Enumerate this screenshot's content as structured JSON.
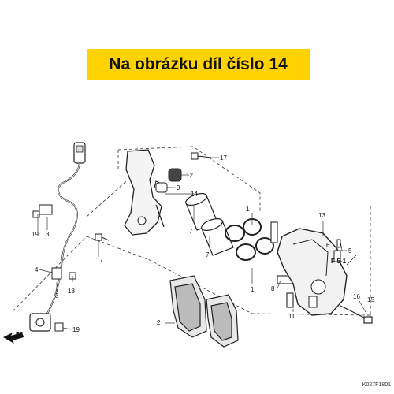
{
  "banner": {
    "text": "Na obrázku díl číslo 14"
  },
  "diagram": {
    "code": "K027F1801",
    "direction_label": "FR.",
    "reference_label": "F-5-1",
    "callouts": [
      "1",
      "1",
      "2",
      "3",
      "3",
      "4",
      "5",
      "6",
      "7",
      "7",
      "8",
      "9",
      "11",
      "12",
      "13",
      "14",
      "15",
      "16",
      "17",
      "17",
      "18",
      "19",
      "19"
    ]
  }
}
